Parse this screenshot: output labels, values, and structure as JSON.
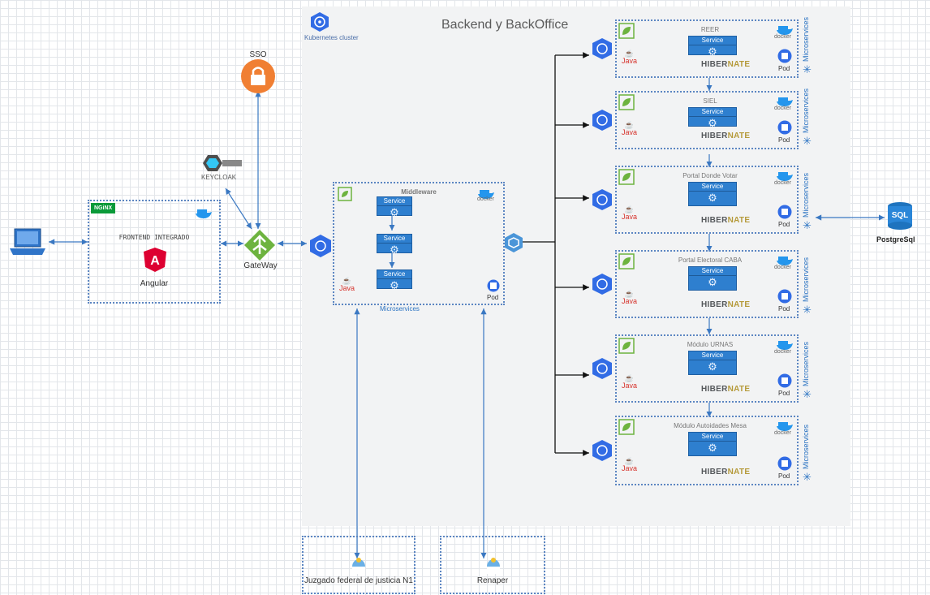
{
  "cluster": {
    "title": "Backend y BackOffice",
    "label": "Kubernetes cluster"
  },
  "sso": {
    "label": "SSO"
  },
  "keycloak": {
    "label": "KEYCLOAK"
  },
  "gateway": {
    "label": "GateWay"
  },
  "frontend": {
    "nginx": "NGiNX",
    "title": "FRONTEND INTEGRADO",
    "framework": "Angular",
    "docker": "docker"
  },
  "middleware": {
    "title": "Middleware",
    "services": [
      "Service",
      "Service",
      "Service"
    ],
    "java": "Java",
    "pod": "Pod",
    "microservices": "Microservices",
    "docker": "docker"
  },
  "microservice_common": {
    "service": "Service",
    "hibernate_prefix": "HIBER",
    "hibernate_suffix": "NATE",
    "java": "Java",
    "pod": "Pod",
    "vertical": "Microservices",
    "docker": "docker"
  },
  "microservices": [
    {
      "name": "REER"
    },
    {
      "name": "SIEL"
    },
    {
      "name": "Portal Donde Votar"
    },
    {
      "name": "Portal Electoral CABA"
    },
    {
      "name": "Módulo URNAS"
    },
    {
      "name": "Módulo Autoidades Mesa"
    }
  ],
  "database": {
    "label": "PostgreSql",
    "icon_text": "SQL"
  },
  "external": [
    {
      "label": "Juzgado federal de justicia N1"
    },
    {
      "label": "Renaper"
    }
  ],
  "colors": {
    "accent": "#2e7fcf",
    "sso": "#f07f33",
    "gateway": "#6db33f",
    "angular": "#dd0031",
    "nginx": "#0a9a39",
    "border": "#5c86c2"
  }
}
